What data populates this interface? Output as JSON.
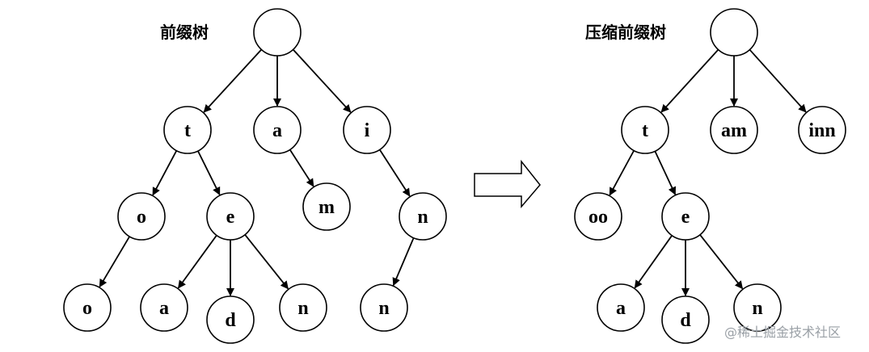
{
  "diagrams": {
    "left": {
      "title": "前缀树",
      "nodes": [
        {
          "id": "L-root",
          "label": ""
        },
        {
          "id": "L-t",
          "label": "t"
        },
        {
          "id": "L-a",
          "label": "a"
        },
        {
          "id": "L-i",
          "label": "i"
        },
        {
          "id": "L-o1",
          "label": "o"
        },
        {
          "id": "L-e",
          "label": "e"
        },
        {
          "id": "L-m",
          "label": "m"
        },
        {
          "id": "L-n1",
          "label": "n"
        },
        {
          "id": "L-o2",
          "label": "o"
        },
        {
          "id": "L-a2",
          "label": "a"
        },
        {
          "id": "L-d",
          "label": "d"
        },
        {
          "id": "L-n2",
          "label": "n"
        },
        {
          "id": "L-n3",
          "label": "n"
        }
      ],
      "edges": [
        [
          "L-root",
          "L-t"
        ],
        [
          "L-root",
          "L-a"
        ],
        [
          "L-root",
          "L-i"
        ],
        [
          "L-t",
          "L-o1"
        ],
        [
          "L-t",
          "L-e"
        ],
        [
          "L-a",
          "L-m"
        ],
        [
          "L-i",
          "L-n1"
        ],
        [
          "L-o1",
          "L-o2"
        ],
        [
          "L-e",
          "L-a2"
        ],
        [
          "L-e",
          "L-d"
        ],
        [
          "L-e",
          "L-n2"
        ],
        [
          "L-n1",
          "L-n3"
        ]
      ]
    },
    "right": {
      "title": "压缩前缀树",
      "nodes": [
        {
          "id": "R-root",
          "label": ""
        },
        {
          "id": "R-t",
          "label": "t"
        },
        {
          "id": "R-am",
          "label": "am"
        },
        {
          "id": "R-inn",
          "label": "inn"
        },
        {
          "id": "R-oo",
          "label": "oo"
        },
        {
          "id": "R-e",
          "label": "e"
        },
        {
          "id": "R-a",
          "label": "a"
        },
        {
          "id": "R-d",
          "label": "d"
        },
        {
          "id": "R-n",
          "label": "n"
        }
      ],
      "edges": [
        [
          "R-root",
          "R-t"
        ],
        [
          "R-root",
          "R-am"
        ],
        [
          "R-root",
          "R-inn"
        ],
        [
          "R-t",
          "R-oo"
        ],
        [
          "R-t",
          "R-e"
        ],
        [
          "R-e",
          "R-a"
        ],
        [
          "R-e",
          "R-d"
        ],
        [
          "R-e",
          "R-n"
        ]
      ]
    }
  },
  "transform_arrow": {
    "icon": "right-arrow-icon"
  },
  "watermark": "@稀土掘金技术社区"
}
